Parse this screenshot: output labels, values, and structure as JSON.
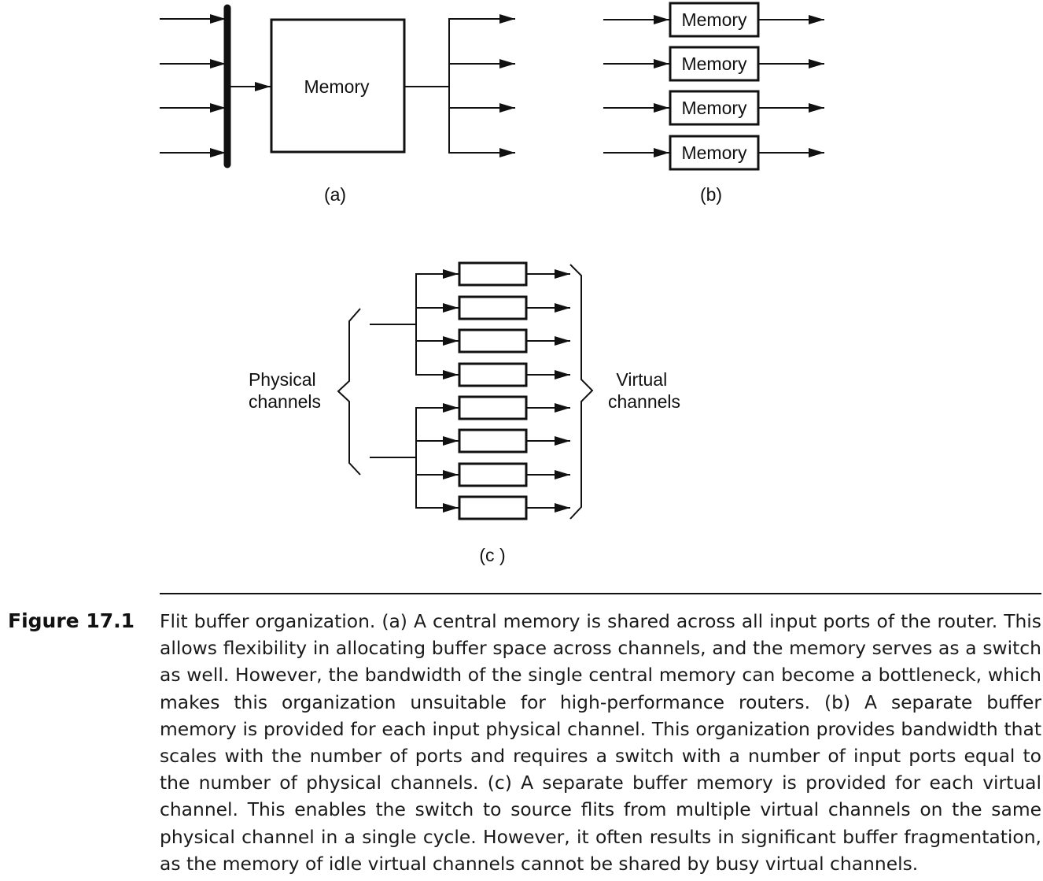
{
  "panel_a": {
    "memory_label": "Memory",
    "caption": "(a)"
  },
  "panel_b": {
    "memories": [
      "Memory",
      "Memory",
      "Memory",
      "Memory"
    ],
    "caption": "(b)"
  },
  "panel_c": {
    "left_label": [
      "Physical",
      "channels"
    ],
    "right_label": [
      "Virtual",
      "channels"
    ],
    "caption": "(c )"
  },
  "figure": {
    "label": "Figure 17.1",
    "caption": "Flit buffer organization. (a) A central memory is shared across all input ports of the router. This allows flexibility in allocating buffer space across channels, and the memory serves as a switch as well. However, the bandwidth of the single central memory can become a bottleneck, which makes this organization unsuitable for high-performance routers. (b) A separate buffer memory is provided for each input physical channel. This organization provides bandwidth that scales with the number of ports and requires a switch with a number of input ports equal to the number of physical channels. (c) A separate buffer memory is provided for each virtual channel. This enables the switch to source flits from multiple virtual channels on the same physical channel in a single cycle. However, it often results in significant buffer fragmentation, as the memory of idle virtual channels cannot be shared by busy virtual channels."
  }
}
